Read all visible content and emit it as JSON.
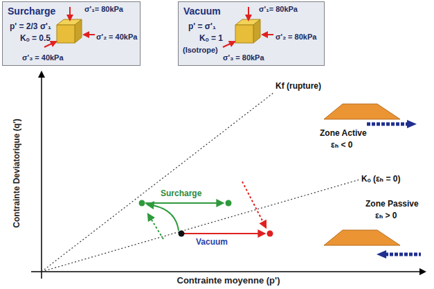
{
  "diagram": {
    "nodes": [
      {
        "text": [
          "Surcharge",
          "p' = 2/3 σ'₁",
          "Kₒ = 0.5",
          "σ'₁= 80kPa",
          "σ'₂ = 40kPa",
          "σ'₃ = 40kPa"
        ]
      },
      {
        "text": [
          "Vacuum",
          "p' = σ'₁",
          "Kₒ = 1",
          "(Isotrope)",
          "σ'₁= 80kPa",
          "σ'₂ = 80kPa",
          "σ'₃ = 80kPa"
        ]
      }
    ],
    "labels": [
      "Contrainte Deviatorique (q')",
      "Contrainte moyenne (p')",
      "Kf (rupture)",
      "Zone Active",
      "εₕ < 0",
      "Kₒ (εₕ = 0)",
      "Zone Passive",
      "εₕ > 0",
      "Surcharge",
      "Vacuum"
    ]
  }
}
